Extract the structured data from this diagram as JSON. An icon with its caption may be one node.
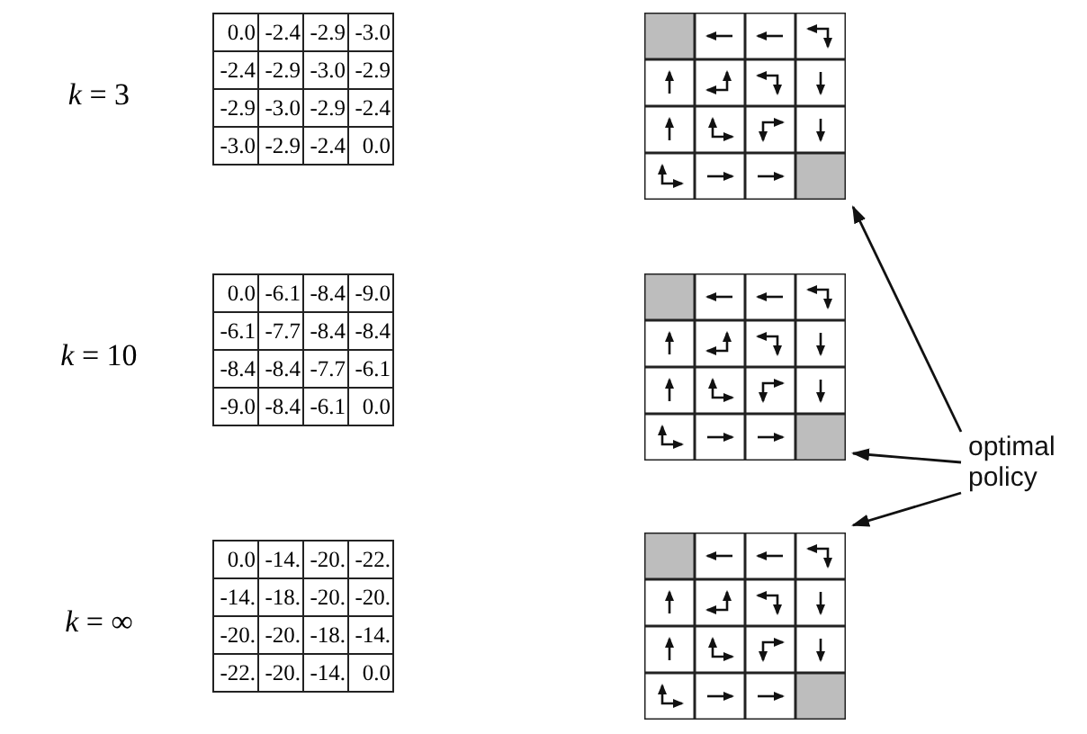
{
  "diagram": {
    "nodes": [
      {
        "text": [],
        "shape": "picture"
      },
      {
        "text": [],
        "shape": "picture"
      },
      {
        "text": [],
        "shape": "picture"
      },
      {
        "text": [
          "optimal policy"
        ]
      }
    ],
    "edges": [
      {
        "from": 3,
        "to": 0,
        "arrow": "to"
      },
      {
        "from": 3,
        "to": 1,
        "arrow": "to"
      },
      {
        "from": 3,
        "to": 2,
        "arrow": "to"
      }
    ],
    "labels": [
      "*k* = 3",
      "0.0",
      "-2.4",
      "-2.9",
      "-3.0",
      "-2.4",
      "-2.9",
      "-3.0",
      "-2.9",
      "-2.9",
      "-3.0",
      "-2.9",
      "-2.4",
      "-3.0",
      "-2.9",
      "-2.4",
      "0.0",
      "*k* = 10",
      "0.0",
      "-6.1",
      "-8.4",
      "-9.0",
      "-6.1",
      "-7.7",
      "-8.4",
      "-8.4",
      "-8.4",
      "-8.4",
      "-7.7",
      "-6.1",
      "-9.0",
      "-8.4",
      "-6.1",
      "0.0",
      "*k* = ∞",
      "0.0",
      "-14.",
      "-20.",
      "-22.",
      "-14.",
      "-18.",
      "-20.",
      "-20.",
      "-20.",
      "-20.",
      "-18.",
      "-14.",
      "-22.",
      "-20.",
      "-14.",
      "0.0"
    ]
  }
}
